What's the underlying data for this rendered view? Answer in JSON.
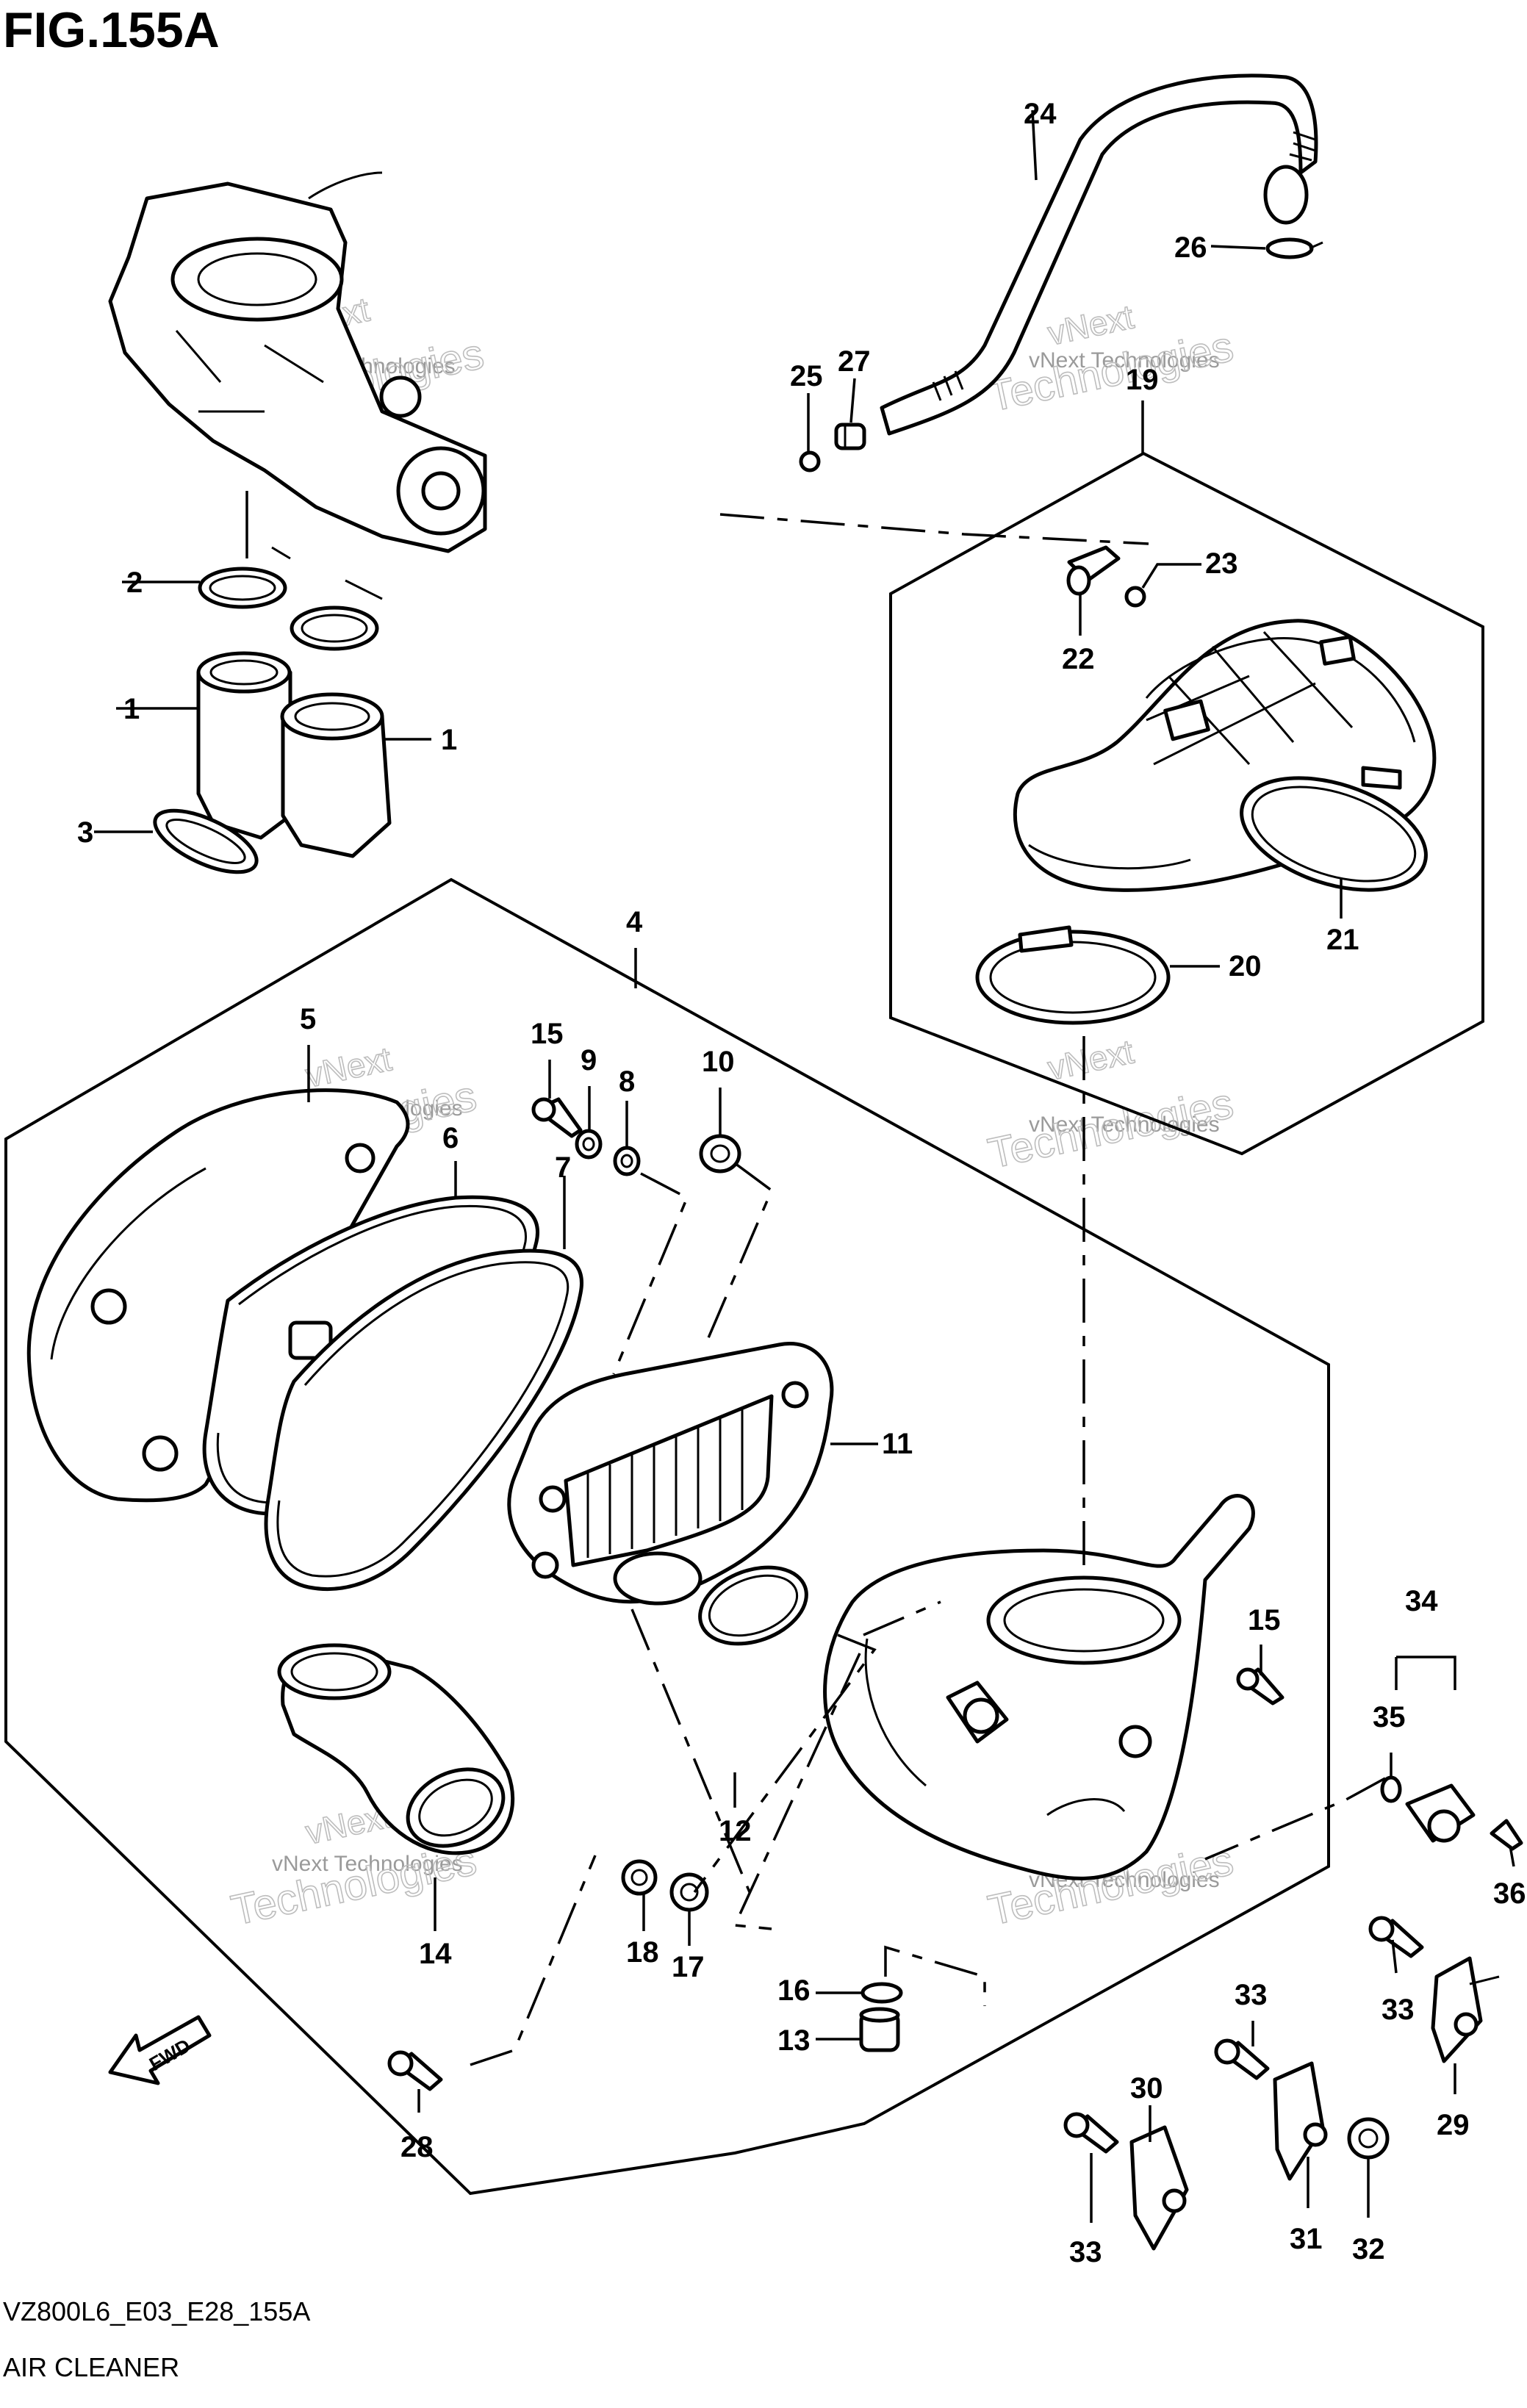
{
  "figure": {
    "title": "FIG.155A",
    "code": "VZ800L6_E03_E28_155A",
    "name": "AIR CLEANER"
  },
  "watermark": {
    "line1": "vNext",
    "line2": "vNext Technologies",
    "line3": "Technologies"
  },
  "fwd_label": "FWD",
  "callouts": {
    "c1a": "1",
    "c1b": "1",
    "c2": "2",
    "c3": "3",
    "c4": "4",
    "c5": "5",
    "c6": "6",
    "c7": "7",
    "c8": "8",
    "c9": "9",
    "c10": "10",
    "c11": "11",
    "c12": "12",
    "c13": "13",
    "c14": "14",
    "c15a": "15",
    "c15b": "15",
    "c16": "16",
    "c17": "17",
    "c18": "18",
    "c19": "19",
    "c20": "20",
    "c21": "21",
    "c22": "22",
    "c23": "23",
    "c24": "24",
    "c25": "25",
    "c26": "26",
    "c27": "27",
    "c28": "28",
    "c29": "29",
    "c30": "30",
    "c31": "31",
    "c32": "32",
    "c33a": "33",
    "c33b": "33",
    "c33c": "33",
    "c34": "34",
    "c35": "35",
    "c36": "36"
  }
}
